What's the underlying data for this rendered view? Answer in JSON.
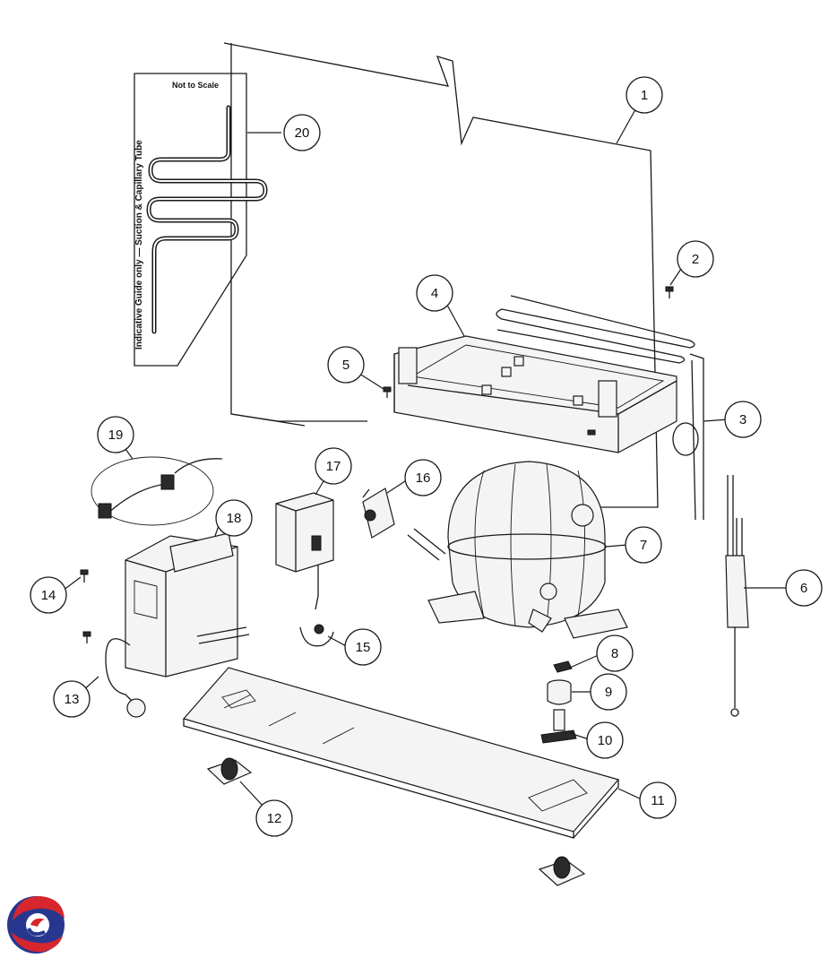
{
  "panel_note": "Not to Scale",
  "panel_vertical_label": "Indicative Guide only — Suction & Capillary Tube",
  "callouts": [
    "1",
    "2",
    "3",
    "4",
    "5",
    "6",
    "7",
    "8",
    "9",
    "10",
    "11",
    "12",
    "13",
    "14",
    "15",
    "16",
    "17",
    "18",
    "19",
    "20"
  ],
  "colors": {
    "ink": "#1a1a1a",
    "logo_red": "#d7262e",
    "logo_blue": "#27378f"
  },
  "logo_icon": "brand-swirl-logo"
}
